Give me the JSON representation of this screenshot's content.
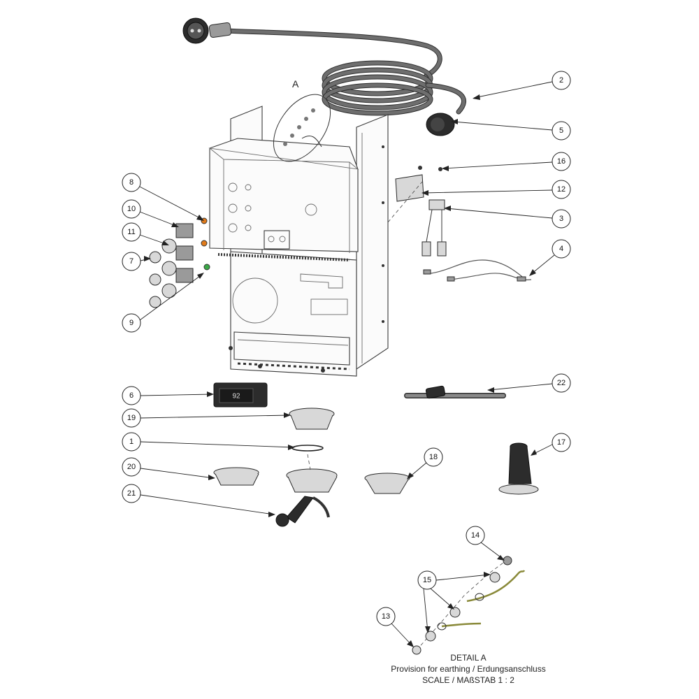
{
  "view_label": "A",
  "detail": {
    "title": "DETAIL A",
    "subtitle": "Provision for earthing / Erdungsanschluss",
    "scale": "SCALE / MAßSTAB 1 : 2"
  },
  "display_readout": "92",
  "callouts": [
    {
      "id": "c2",
      "number": "2"
    },
    {
      "id": "c5",
      "number": "5"
    },
    {
      "id": "c16",
      "number": "16"
    },
    {
      "id": "c12",
      "number": "12"
    },
    {
      "id": "c3",
      "number": "3"
    },
    {
      "id": "c4",
      "number": "4"
    },
    {
      "id": "c8",
      "number": "8"
    },
    {
      "id": "c10",
      "number": "10"
    },
    {
      "id": "c11",
      "number": "11"
    },
    {
      "id": "c7",
      "number": "7"
    },
    {
      "id": "c9",
      "number": "9"
    },
    {
      "id": "c6",
      "number": "6"
    },
    {
      "id": "c22",
      "number": "22"
    },
    {
      "id": "c19",
      "number": "19"
    },
    {
      "id": "c1",
      "number": "1"
    },
    {
      "id": "c17",
      "number": "17"
    },
    {
      "id": "c18",
      "number": "18"
    },
    {
      "id": "c20",
      "number": "20"
    },
    {
      "id": "c21",
      "number": "21"
    },
    {
      "id": "c14",
      "number": "14"
    },
    {
      "id": "c15",
      "number": "15"
    },
    {
      "id": "c13",
      "number": "13"
    }
  ]
}
